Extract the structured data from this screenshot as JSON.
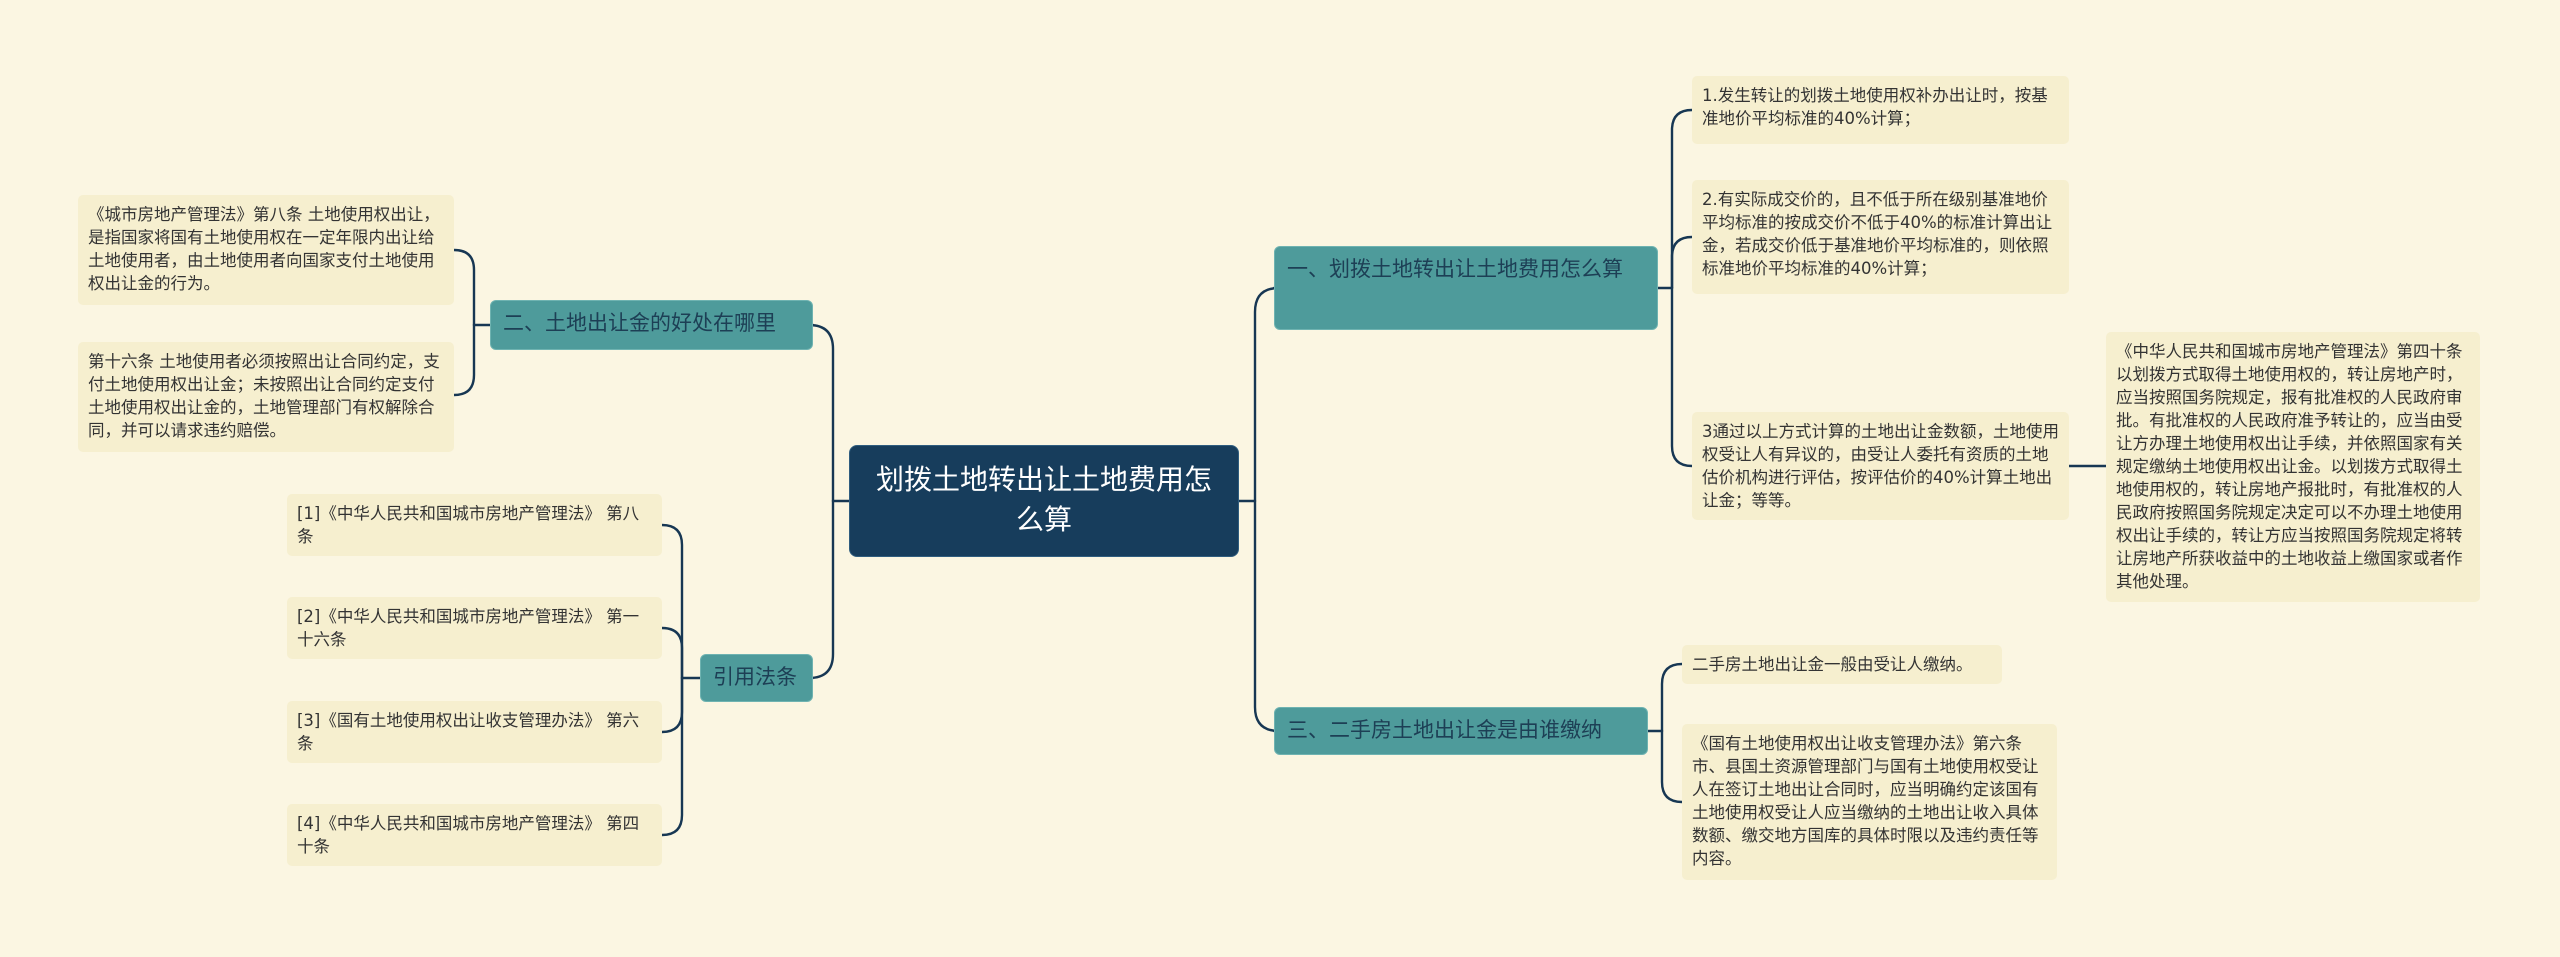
{
  "root": {
    "title": "划拨土地转出让土地费用怎么算"
  },
  "branches": {
    "b1": {
      "label": "一、划拨土地转出让土地费用怎么算",
      "items": [
        "1.发生转让的划拨土地使用权补办出让时，按基准地价平均标准的40%计算；",
        "2.有实际成交价的，且不低于所在级别基准地价平均标准的按成交价不低于40%的标准计算出让金，若成交价低于基准地价平均标准的，则依照标准地价平均标准的40%计算；",
        "3通过以上方式计算的土地出让金数额，土地使用权受让人有异议的，由受让人委托有资质的土地估价机构进行评估，按评估价的40%计算土地出让金；等等。"
      ],
      "item3_child": "《中华人民共和国城市房地产管理法》第四十条以划拨方式取得土地使用权的，转让房地产时，应当按照国务院规定，报有批准权的人民政府审批。有批准权的人民政府准予转让的，应当由受让方办理土地使用权出让手续，并依照国家有关规定缴纳土地使用权出让金。以划拨方式取得土地使用权的，转让房地产报批时，有批准权的人民政府按照国务院规定决定可以不办理土地使用权出让手续的，转让方应当按照国务院规定将转让房地产所获收益中的土地收益上缴国家或者作其他处理。"
    },
    "b2": {
      "label": "二、土地出让金的好处在哪里",
      "items": [
        "《城市房地产管理法》第八条 土地使用权出让，是指国家将国有土地使用权在一定年限内出让给土地使用者，由土地使用者向国家支付土地使用权出让金的行为。",
        "第十六条 土地使用者必须按照出让合同约定，支付土地使用权出让金；未按照出让合同约定支付土地使用权出让金的，土地管理部门有权解除合同，并可以请求违约赔偿。"
      ]
    },
    "b3": {
      "label": "三、二手房土地出让金是由谁缴纳",
      "items": [
        "二手房土地出让金一般由受让人缴纳。",
        "《国有土地使用权出让收支管理办法》第六条市、县国土资源管理部门与国有土地使用权受让人在签订土地出让合同时，应当明确约定该国有土地使用权受让人应当缴纳的土地出让收入具体数额、缴交地方国库的具体时限以及违约责任等内容。"
      ]
    },
    "b4": {
      "label": "引用法条",
      "items": [
        "[1]《中华人民共和国城市房地产管理法》 第八条",
        "[2]《中华人民共和国城市房地产管理法》 第一十六条",
        "[3]《国有土地使用权出让收支管理办法》 第六条",
        "[4]《中华人民共和国城市房地产管理法》 第四十条"
      ]
    }
  }
}
